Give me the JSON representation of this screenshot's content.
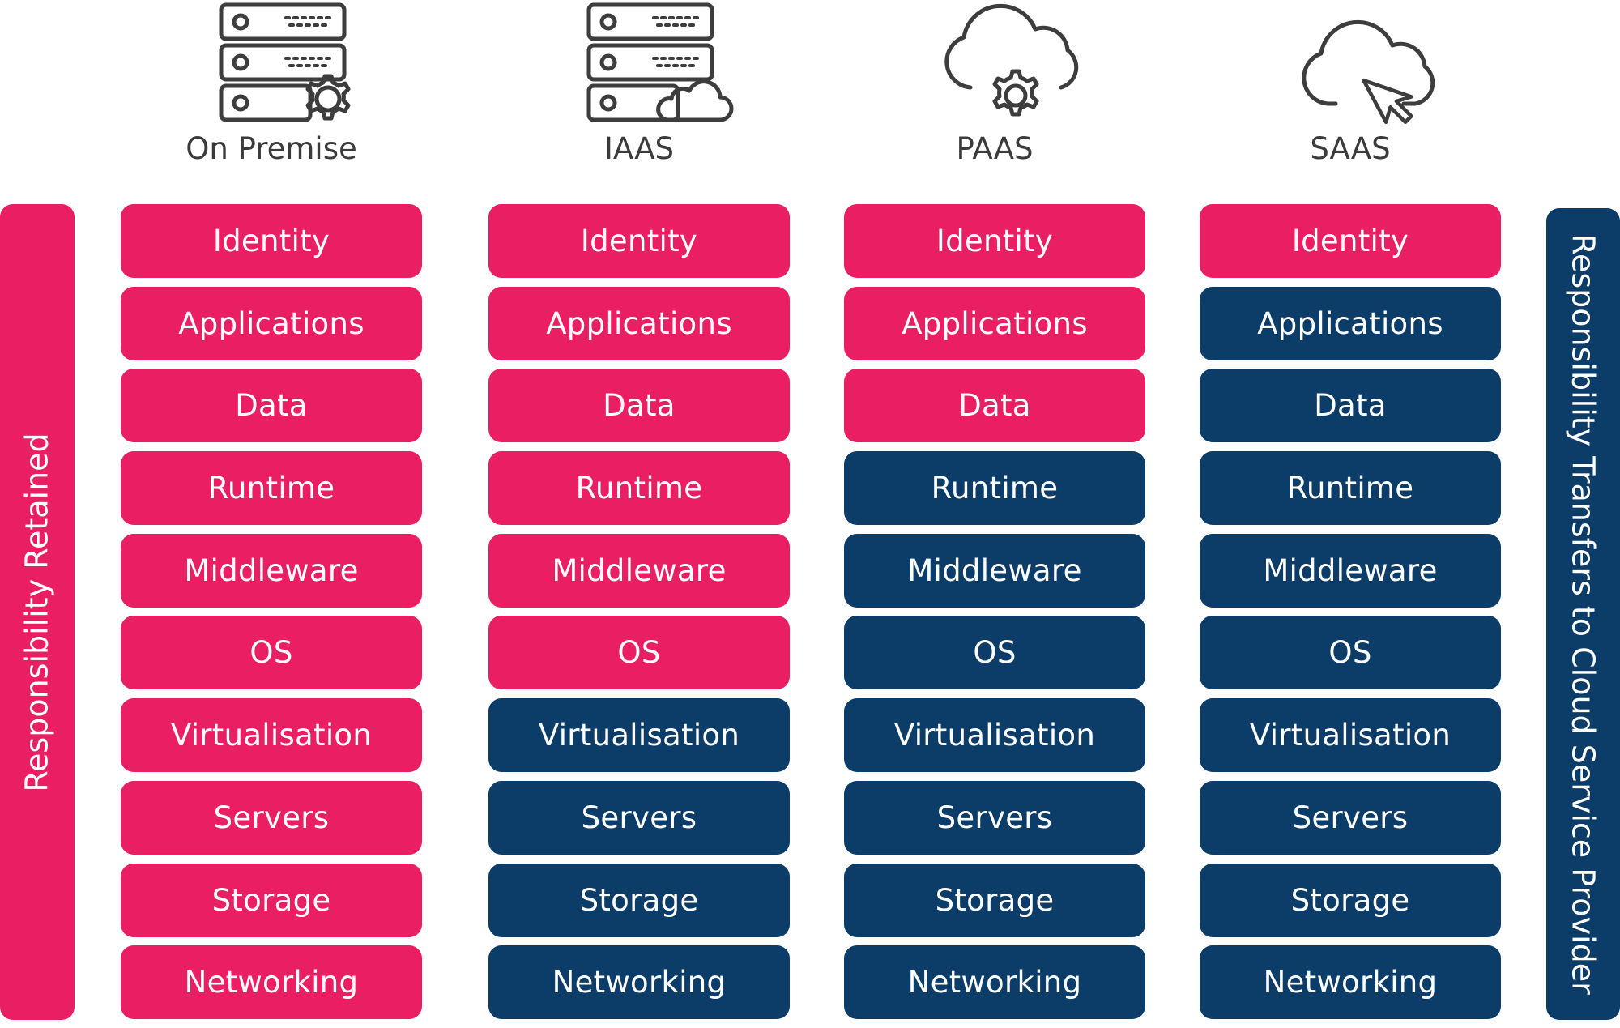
{
  "colors": {
    "retained": "#e91e63",
    "transferred": "#0c3c68",
    "text_dark": "#3b3b3b",
    "icon_stroke": "#3d3d3d"
  },
  "side_labels": {
    "left": "Responsibility Retained",
    "right": "Responsibility Transfers to Cloud Service Provider"
  },
  "columns": [
    {
      "title": "On Premise",
      "icon": "server-gear-icon",
      "layers": [
        {
          "label": "Identity",
          "owner": "retained"
        },
        {
          "label": "Applications",
          "owner": "retained"
        },
        {
          "label": "Data",
          "owner": "retained"
        },
        {
          "label": "Runtime",
          "owner": "retained"
        },
        {
          "label": "Middleware",
          "owner": "retained"
        },
        {
          "label": "OS",
          "owner": "retained"
        },
        {
          "label": "Virtualisation",
          "owner": "retained"
        },
        {
          "label": "Servers",
          "owner": "retained"
        },
        {
          "label": "Storage",
          "owner": "retained"
        },
        {
          "label": "Networking",
          "owner": "retained"
        }
      ]
    },
    {
      "title": "IAAS",
      "icon": "server-cloud-icon",
      "layers": [
        {
          "label": "Identity",
          "owner": "retained"
        },
        {
          "label": "Applications",
          "owner": "retained"
        },
        {
          "label": "Data",
          "owner": "retained"
        },
        {
          "label": "Runtime",
          "owner": "retained"
        },
        {
          "label": "Middleware",
          "owner": "retained"
        },
        {
          "label": "OS",
          "owner": "retained"
        },
        {
          "label": "Virtualisation",
          "owner": "transferred"
        },
        {
          "label": "Servers",
          "owner": "transferred"
        },
        {
          "label": "Storage",
          "owner": "transferred"
        },
        {
          "label": "Networking",
          "owner": "transferred"
        }
      ]
    },
    {
      "title": "PAAS",
      "icon": "cloud-gear-icon",
      "layers": [
        {
          "label": "Identity",
          "owner": "retained"
        },
        {
          "label": "Applications",
          "owner": "retained"
        },
        {
          "label": "Data",
          "owner": "retained"
        },
        {
          "label": "Runtime",
          "owner": "transferred"
        },
        {
          "label": "Middleware",
          "owner": "transferred"
        },
        {
          "label": "OS",
          "owner": "transferred"
        },
        {
          "label": "Virtualisation",
          "owner": "transferred"
        },
        {
          "label": "Servers",
          "owner": "transferred"
        },
        {
          "label": "Storage",
          "owner": "transferred"
        },
        {
          "label": "Networking",
          "owner": "transferred"
        }
      ]
    },
    {
      "title": "SAAS",
      "icon": "cloud-cursor-icon",
      "layers": [
        {
          "label": "Identity",
          "owner": "retained"
        },
        {
          "label": "Applications",
          "owner": "transferred"
        },
        {
          "label": "Data",
          "owner": "transferred"
        },
        {
          "label": "Runtime",
          "owner": "transferred"
        },
        {
          "label": "Middleware",
          "owner": "transferred"
        },
        {
          "label": "OS",
          "owner": "transferred"
        },
        {
          "label": "Virtualisation",
          "owner": "transferred"
        },
        {
          "label": "Servers",
          "owner": "transferred"
        },
        {
          "label": "Storage",
          "owner": "transferred"
        },
        {
          "label": "Networking",
          "owner": "transferred"
        }
      ]
    }
  ]
}
